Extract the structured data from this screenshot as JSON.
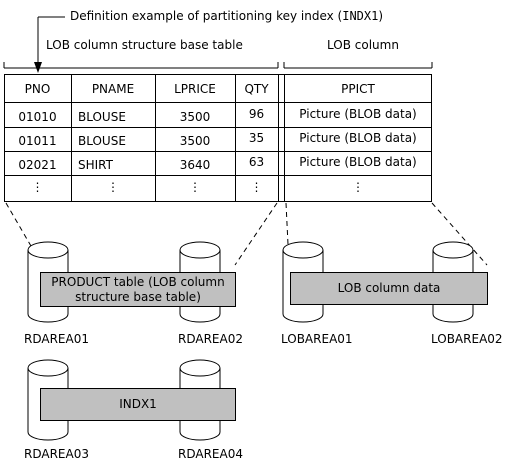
{
  "annotation": {
    "prefix": "Definition example of partitioning key index (",
    "index_name": "INDX1",
    "suffix": ")"
  },
  "headers": {
    "base_table": "LOB column structure base table",
    "lob_column": "LOB column"
  },
  "table": {
    "columns": [
      "PNO",
      "PNAME",
      "LPRICE",
      "QTY",
      "PPICT"
    ],
    "rows": [
      [
        "01010",
        "BLOUSE",
        "3500",
        "96",
        "Picture (BLOB data)"
      ],
      [
        "01011",
        "BLOUSE",
        "3500",
        "35",
        "Picture (BLOB data)"
      ],
      [
        "02021",
        "SHIRT",
        "3640",
        "63",
        "Picture (BLOB data)"
      ],
      [
        "⋮",
        "⋮",
        "⋮",
        "⋮",
        "⋮"
      ]
    ]
  },
  "boxes": {
    "product_line1": "PRODUCT table (LOB column",
    "product_line2": "structure base table)",
    "lob_data": "LOB column data",
    "index": "INDX1"
  },
  "rdareas": {
    "rd01": "RDAREA01",
    "rd02": "RDAREA02",
    "lob01": "LOBAREA01",
    "lob02": "LOBAREA02",
    "rd03": "RDAREA03",
    "rd04": "RDAREA04"
  }
}
